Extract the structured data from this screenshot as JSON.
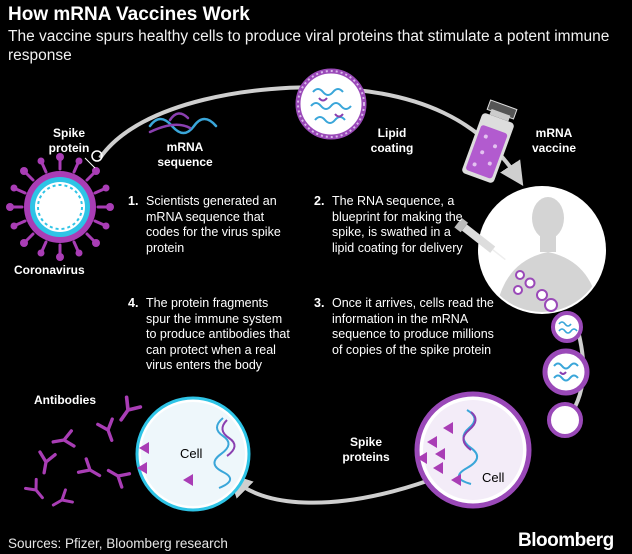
{
  "header": {
    "title": "How mRNA Vaccines Work",
    "subtitle": "The vaccine spurs healthy cells to produce viral proteins that stimulate a potent immune response"
  },
  "labels": {
    "spike_protein": [
      "Spike",
      "protein"
    ],
    "mrna_sequence": [
      "mRNA",
      "sequence"
    ],
    "lipid_coating": [
      "Lipid",
      "coating"
    ],
    "mrna_vaccine": [
      "mRNA",
      "vaccine"
    ],
    "coronavirus": "Coronavirus",
    "antibodies": "Antibodies",
    "cell_left": "Cell",
    "cell_right": "Cell",
    "spike_proteins": [
      "Spike",
      "proteins"
    ]
  },
  "steps": [
    {
      "num": "1.",
      "text": "Scientists generated an mRNA sequence that codes for the virus spike protein"
    },
    {
      "num": "2.",
      "text": "The RNA sequence, a blueprint for making the spike, is swathed in a lipid coating for delivery"
    },
    {
      "num": "3.",
      "text": "Once it arrives, cells read the information in the mRNA sequence to produce millions of copies of the spike protein"
    },
    {
      "num": "4.",
      "text": "The protein fragments spur the immune system to produce antibodies that can protect when a real virus enters the body"
    }
  ],
  "footer": {
    "sources": "Sources: Pfizer, Bloomberg research",
    "brand": "Bloomberg"
  },
  "colors": {
    "virus": "#a93db5",
    "virus_ring": "#2ec4e6",
    "rna": "#3aa6d9",
    "membrane": "#9a49b8",
    "cell_fill": "#ffffff",
    "cell_inner": "#eae0f2",
    "arrow": "#cfcfcf",
    "silhouette": "#d4d4d4"
  },
  "icons": [
    "coronavirus-icon",
    "rna-strand-icon",
    "lipid-nanoparticle-icon",
    "vaccine-vial-icon",
    "syringe-icon",
    "person-silhouette-icon",
    "cell-icon",
    "antibody-icon",
    "spike-protein-icon"
  ]
}
